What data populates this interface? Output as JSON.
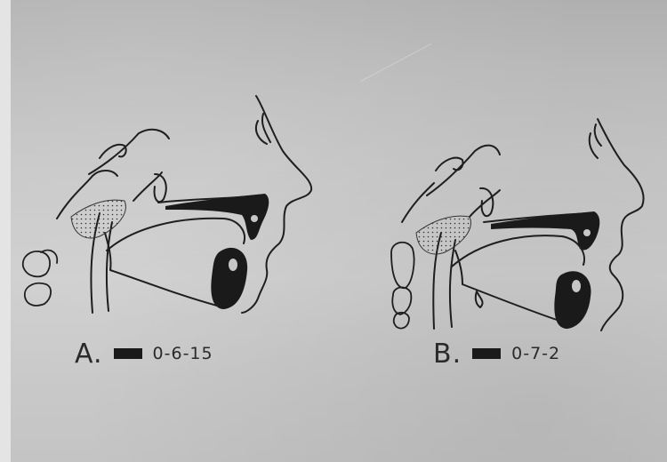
{
  "figures": [
    {
      "letter": "A.",
      "code": "0-6-15"
    },
    {
      "letter": "B.",
      "code": "0-7-2"
    }
  ],
  "colors": {
    "ink": "#1a1a1a",
    "paper": "#c6c6c6"
  }
}
